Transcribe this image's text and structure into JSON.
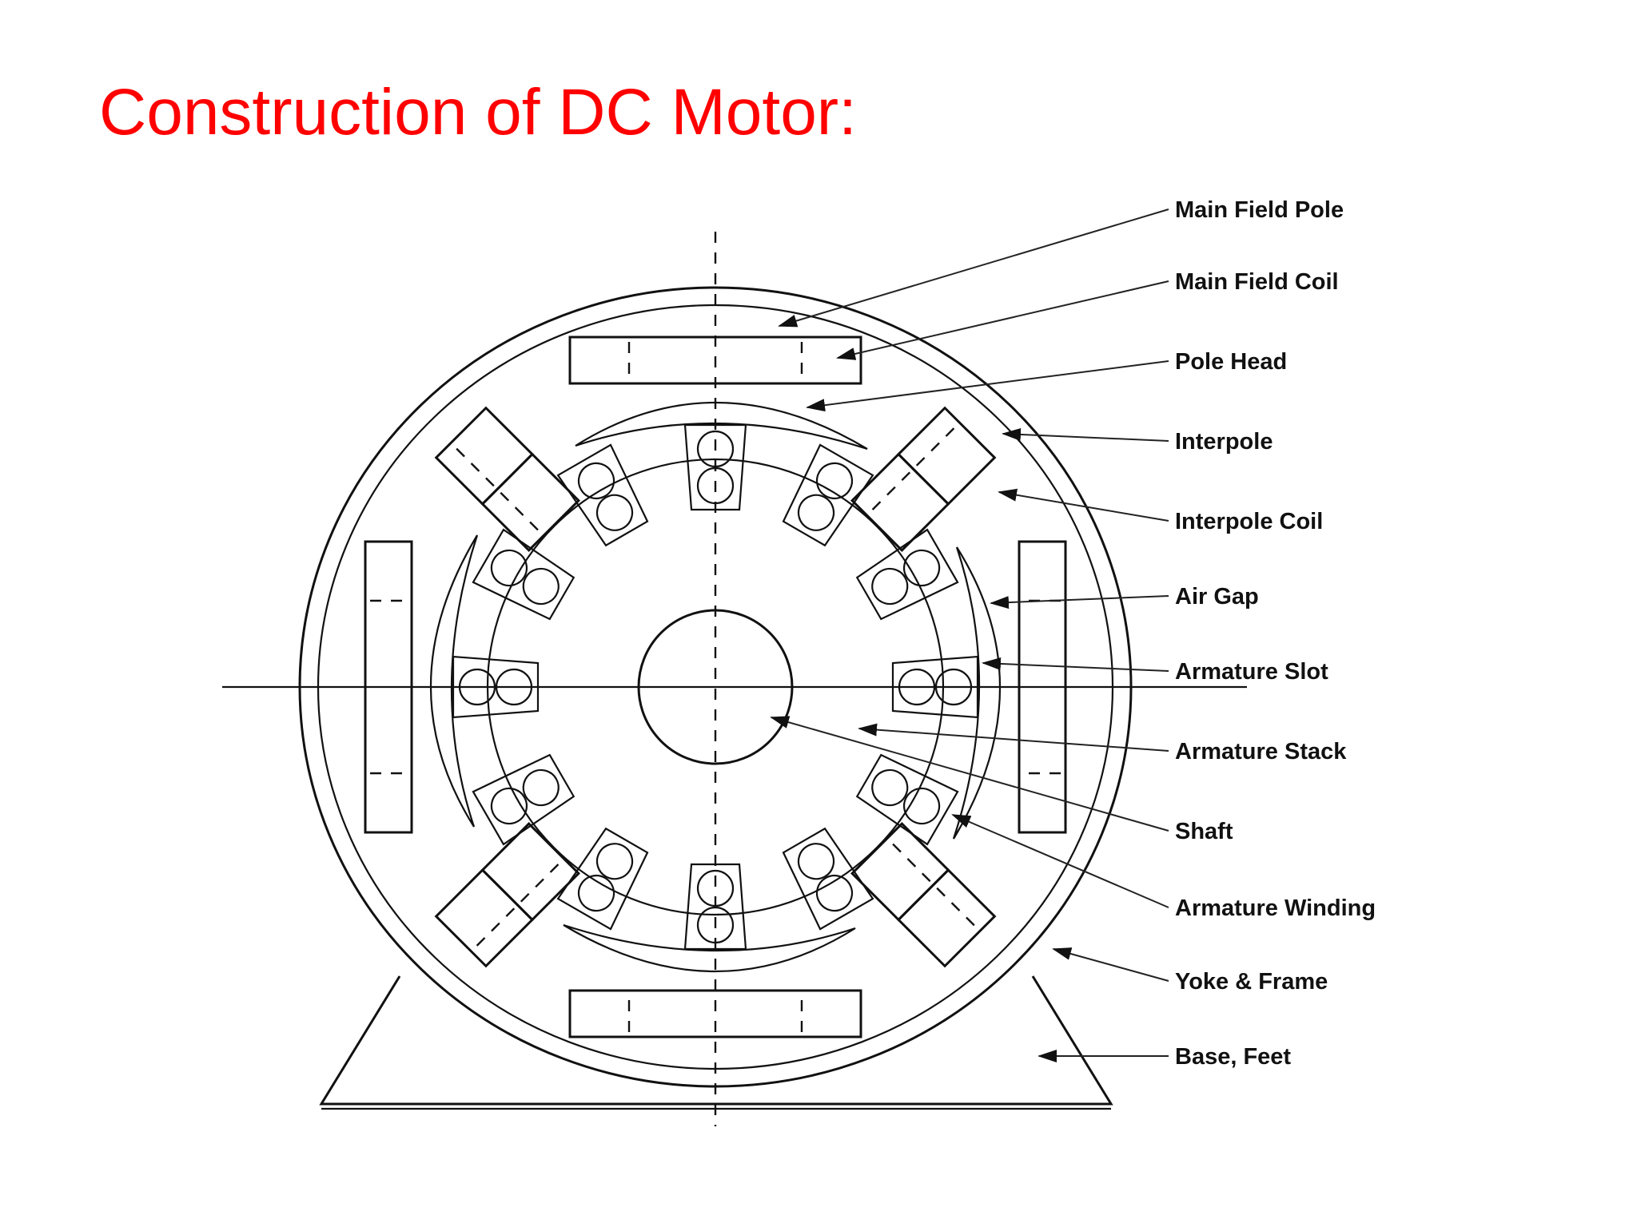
{
  "title": "Construction of DC Motor:",
  "labels": [
    "Main Field Pole",
    "Main Field Coil",
    "Pole Head",
    "Interpole",
    "Interpole Coil",
    "Air Gap",
    "Armature Slot",
    "Armature Stack",
    "Shaft",
    "Armature Winding",
    "Yoke & Frame",
    "Base, Feet"
  ],
  "colors": {
    "title": "#ff0000",
    "lines": "#111111",
    "background": "#ffffff"
  }
}
